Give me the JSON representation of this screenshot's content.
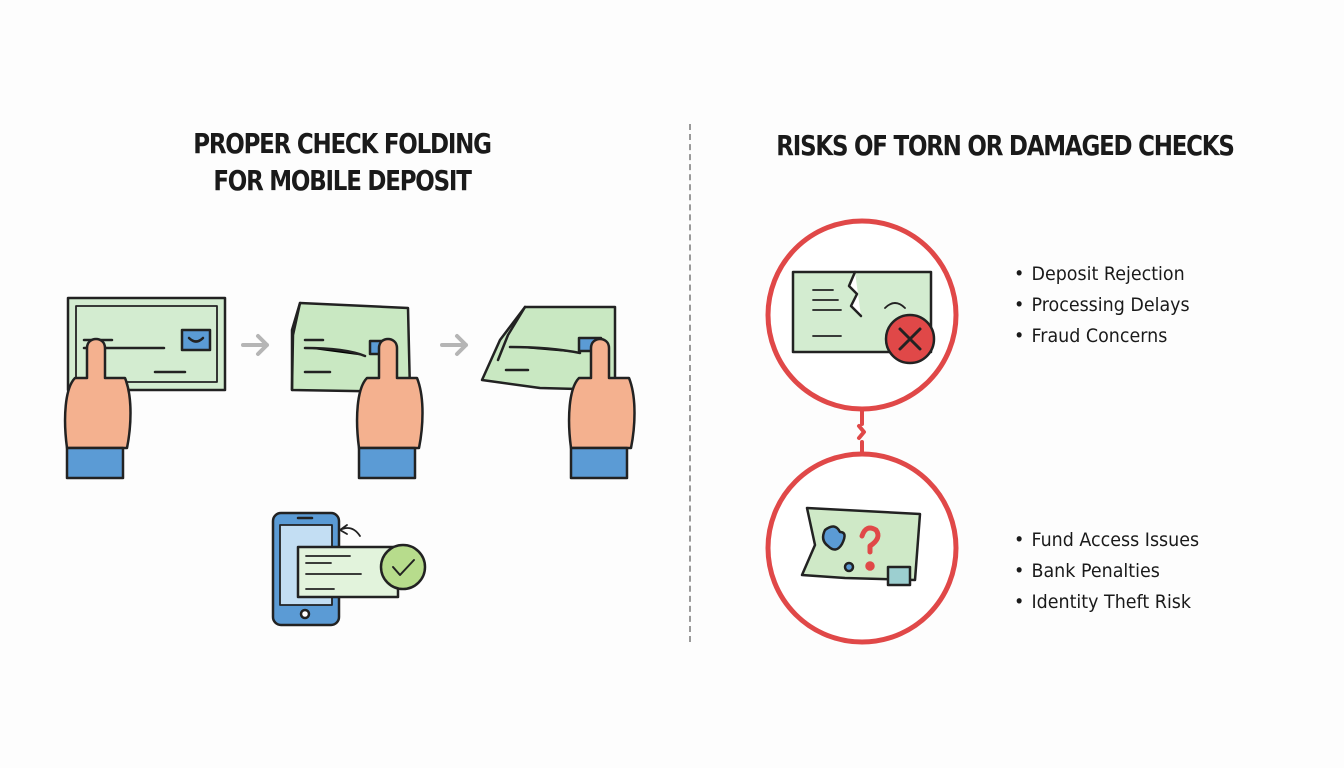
{
  "left_section": {
    "title_line1": "PROPER CHECK FOLDING",
    "title_line2": "FOR MOBILE DEPOSIT"
  },
  "right_section": {
    "title": "RISKS OF TORN OR DAMAGED CHECKS",
    "top_risks": [
      "Deposit Rejection",
      "Processing Delays",
      "Fraud Concerns"
    ],
    "bottom_risks": [
      "Fund Access Issues",
      "Bank Penalties",
      "Identity Theft Risk"
    ]
  },
  "colors": {
    "check_green": "#cdeac4",
    "hand": "#f4b18f",
    "cuff_blue": "#5b9bd5",
    "risk_red": "#e04848",
    "arrow_gray": "#b5b5b5"
  }
}
